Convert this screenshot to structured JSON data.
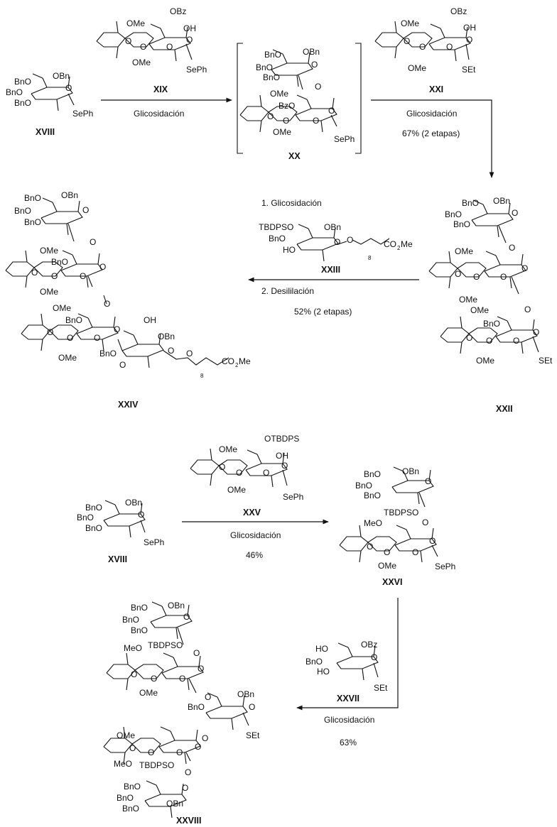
{
  "labels": {
    "glicosidacion": "Glicosidación",
    "glicosidacion_1": "1. Glicosidación",
    "desililacion_2": "2. Desililación"
  },
  "yields": {
    "xxi_step": "67% (2 etapas)",
    "xxiii_step": "52% (2 etapas)",
    "xxv_step": "46%",
    "xxvii_step": "63%"
  },
  "compounds": {
    "XVIII": "XVIII",
    "XIX": "XIX",
    "XX": "XX",
    "XXI": "XXI",
    "XXII": "XXII",
    "XXIII": "XXIII",
    "XXIV": "XXIV",
    "XXV": "XXV",
    "XXVI": "XXVI",
    "XXVII": "XXVII",
    "XXVIII": "XXVIII"
  },
  "groups": {
    "BnO": "BnO",
    "OBn": "OBn",
    "OMe": "OMe",
    "MeO": "MeO",
    "OBz": "OBz",
    "BzO": "BzO",
    "OH": "OH",
    "HO": "HO",
    "SePh": "SePh",
    "SEt": "SEt",
    "O": "O",
    "OTBDPS": "OTBDPS",
    "TBDPSO": "TBDPSO",
    "CO": "CO",
    "Me": "Me",
    "two": "2",
    "eight": "8"
  },
  "colors": {
    "ink": "#111111",
    "background": "#ffffff"
  }
}
